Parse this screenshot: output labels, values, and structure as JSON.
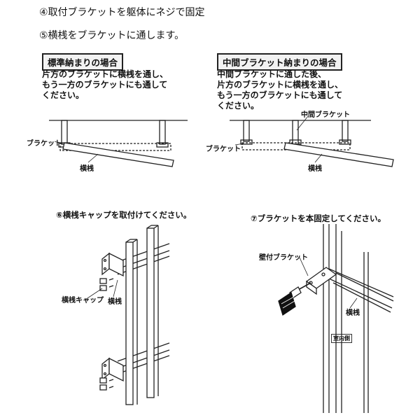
{
  "steps": {
    "step4": "④取付ブラケットを躯体にネジで固定",
    "step5": "⑤横桟をブラケットに通します。",
    "step6": "⑥横桟キャップを取付けてください。",
    "step7": "⑦ブラケットを本固定してください。"
  },
  "standard": {
    "title": "標準納まりの場合",
    "lines": [
      "片方のブラケットに横桟を通し、",
      "もう一方のブラケットにも通して",
      "ください。"
    ],
    "label_bracket": "ブラケット",
    "label_rail": "横桟"
  },
  "middle": {
    "title": "中間ブラケット納まりの場合",
    "lines": [
      "中間ブラケットに通した後、",
      "片方のブラケットに横桟を通し、",
      "もう一方のブラケットにも通して",
      "ください。"
    ],
    "label_middle_bracket": "中間ブラケット",
    "label_bracket": "ブラケット",
    "label_rail": "横桟"
  },
  "fig6": {
    "label_cap": "横桟キャップ",
    "label_rail": "横桟"
  },
  "fig7": {
    "label_wall_bracket": "壁付ブラケット",
    "label_rail": "横桟",
    "label_indoor": "室内側"
  }
}
